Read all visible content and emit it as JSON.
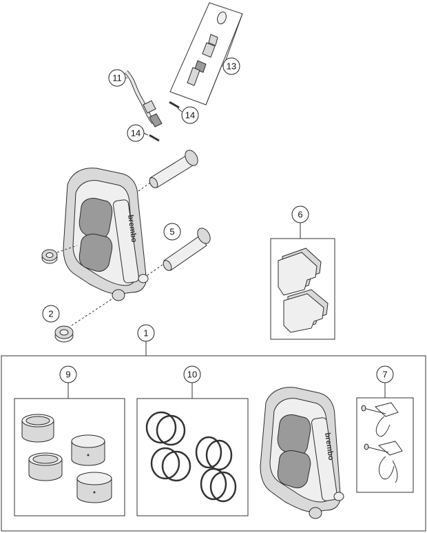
{
  "callouts": {
    "c1": "1",
    "c2": "2",
    "c5": "5",
    "c6": "6",
    "c7": "7",
    "c9": "9",
    "c10": "10",
    "c11": "11",
    "c13": "13",
    "c14a": "14",
    "c14b": "14"
  },
  "brand_marking": "brembo"
}
